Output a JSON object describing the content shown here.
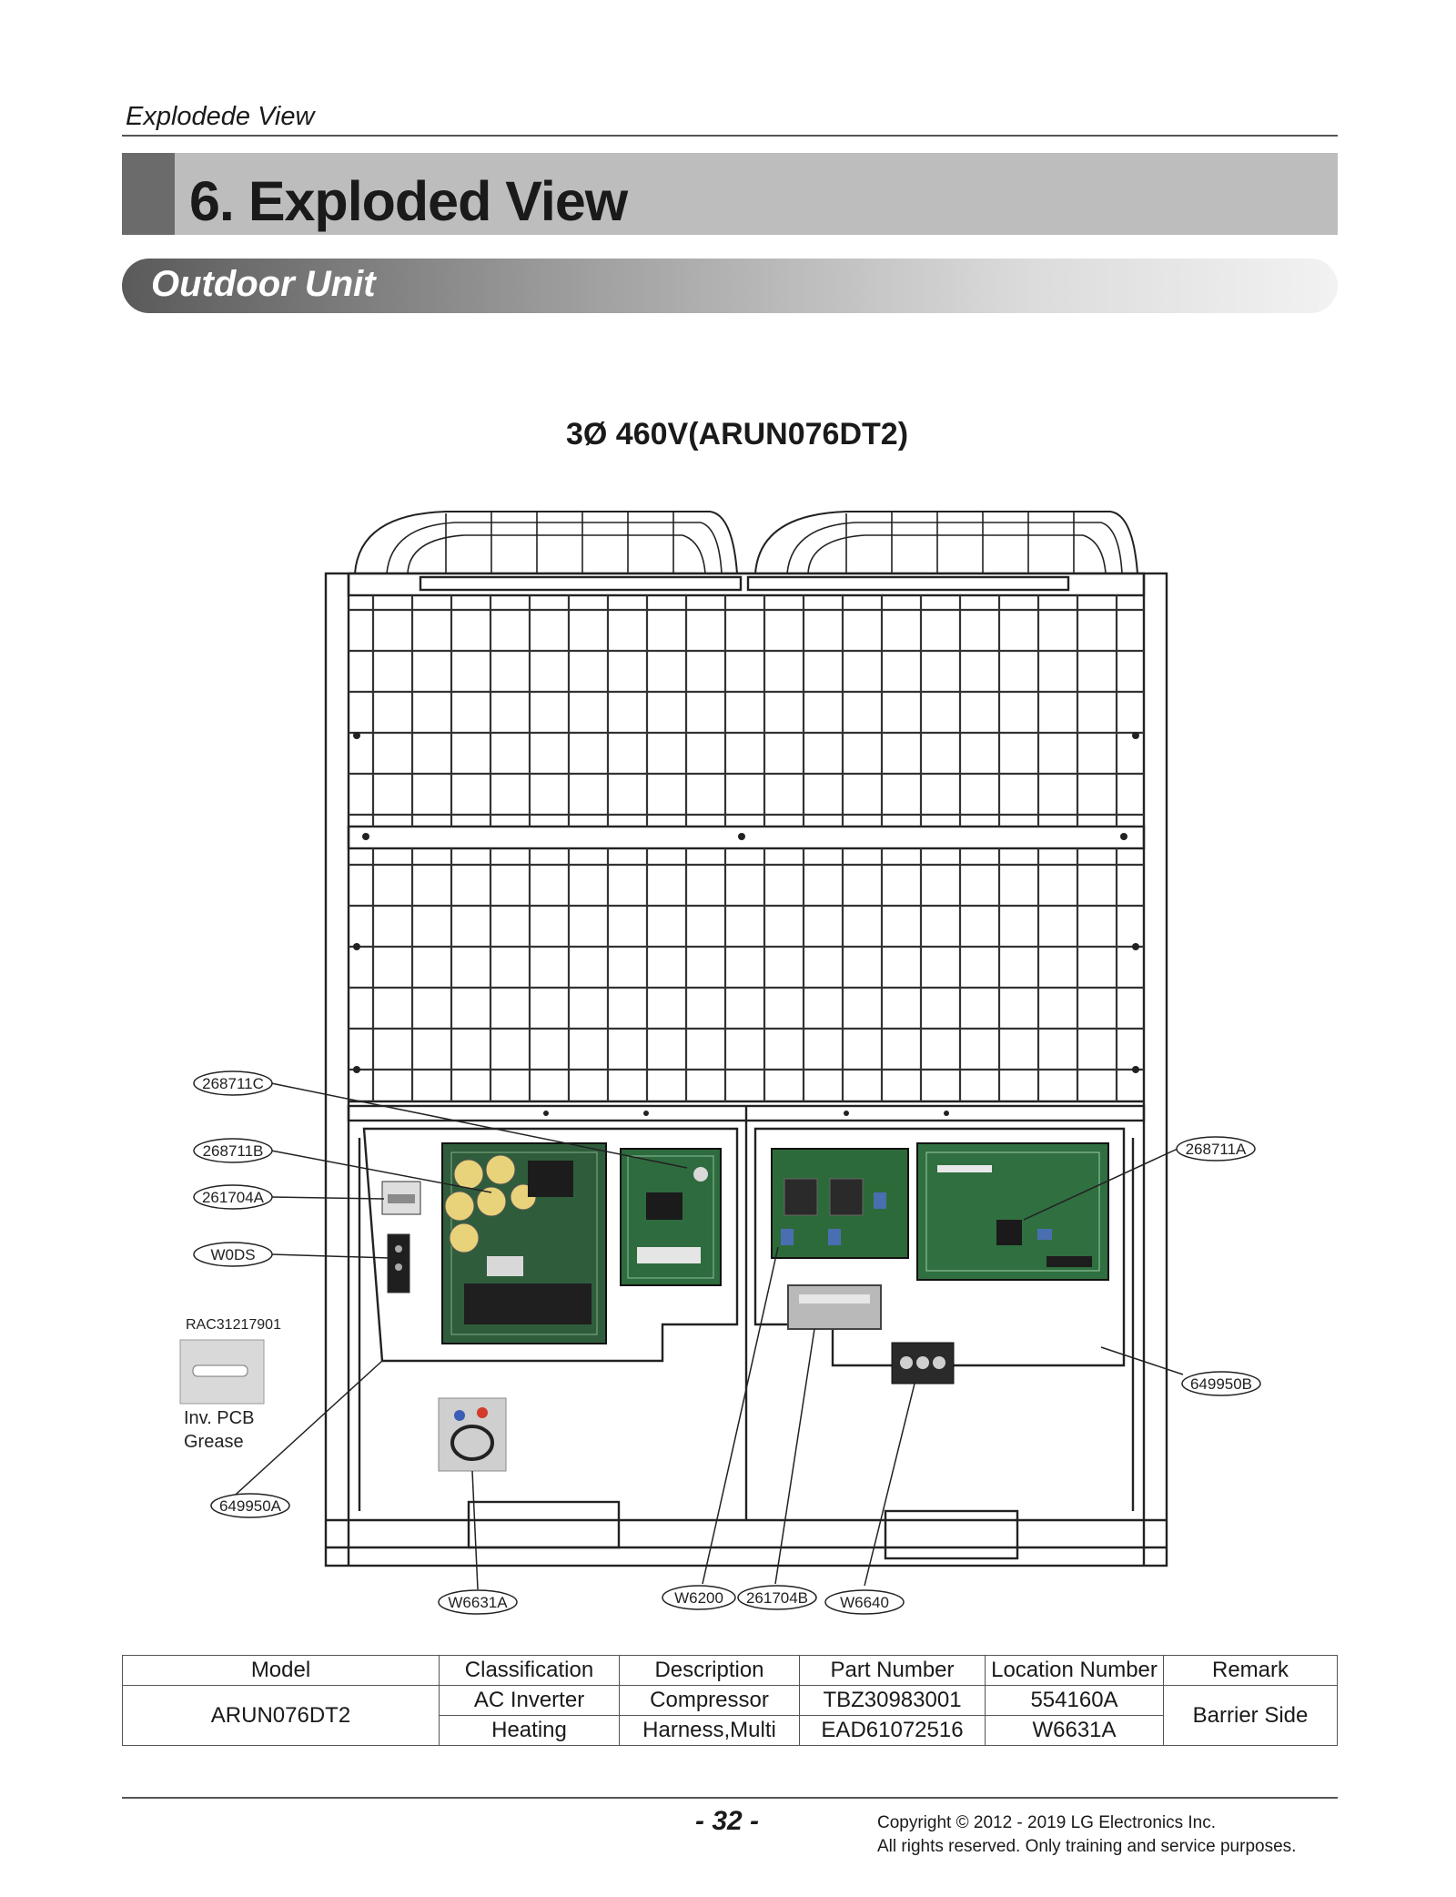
{
  "header": {
    "running_title": "Explodede View"
  },
  "chapter": {
    "title": "6. Exploded View"
  },
  "section": {
    "title": "Outdoor Unit"
  },
  "model_heading": "3Ø 460V(ARUN076DT2)",
  "callouts": {
    "c268711C": "268711C",
    "c268711B": "268711B",
    "c261704A": "261704A",
    "cW0DS": "W0DS",
    "c268711A": "268711A",
    "c649950B": "649950B",
    "c649950A": "649950A",
    "cW6631A": "W6631A",
    "cW6200": "W6200",
    "c261704B": "261704B",
    "cW6640": "W6640"
  },
  "grease": {
    "part_code": "RAC31217901",
    "label_line1": "Inv. PCB",
    "label_line2": "Grease"
  },
  "table": {
    "headers": [
      "Model",
      "Classification",
      "Description",
      "Part Number",
      "Location Number",
      "Remark"
    ],
    "model": "ARUN076DT2",
    "classification_line1": "AC Inverter",
    "classification_line2": "Heating",
    "remark": "Barrier Side",
    "rows": [
      {
        "description": "Compressor",
        "part_number": "TBZ30983001",
        "location": "554160A"
      },
      {
        "description": "Harness,Multi",
        "part_number": "EAD61072516",
        "location": "W6631A"
      }
    ]
  },
  "footer": {
    "page_number": "- 32 -",
    "copyright_line1": "Copyright © 2012 - 2019 LG Electronics Inc.",
    "copyright_line2": "All rights reserved. Only training and service purposes."
  }
}
